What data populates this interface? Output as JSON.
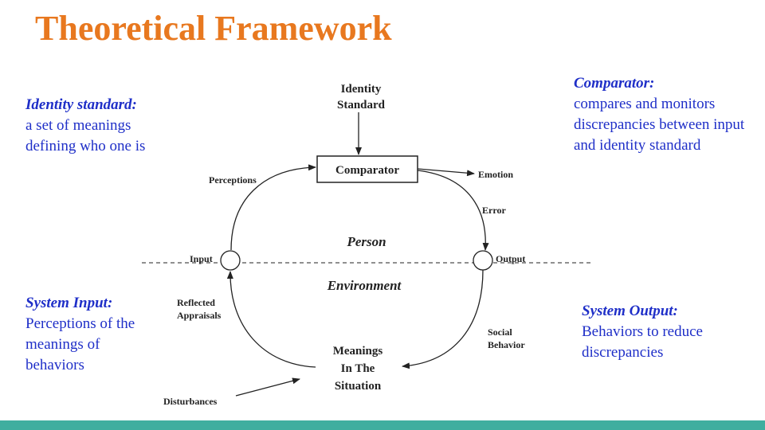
{
  "title": "Theoretical Framework",
  "notes": {
    "identity": {
      "head": "Identity standard:",
      "body": "a set of meanings defining who one is"
    },
    "comparator": {
      "head": "Comparator:",
      "body": "compares and monitors discrepancies between input and identity standard"
    },
    "input": {
      "head": "System Input:",
      "body": "Perceptions of the meanings of behaviors"
    },
    "output": {
      "head": "System Output:",
      "body": "Behaviors to reduce discrepancies"
    }
  },
  "diagram": {
    "identity_standard": [
      "Identity",
      "Standard"
    ],
    "comparator": "Comparator",
    "emotion": "Emotion",
    "error": "Error",
    "perceptions": "Perceptions",
    "person": "Person",
    "environment": "Environment",
    "input": "Input",
    "output": "Output",
    "reflected_appraisals": [
      "Reflected",
      "Appraisals"
    ],
    "social_behavior": [
      "Social",
      "Behavior"
    ],
    "meanings": [
      "Meanings",
      "In The",
      "Situation"
    ],
    "disturbances": "Disturbances"
  },
  "colors": {
    "title": "#e8781f",
    "notes": "#1f2fc8",
    "footer": "#3fae9f"
  }
}
